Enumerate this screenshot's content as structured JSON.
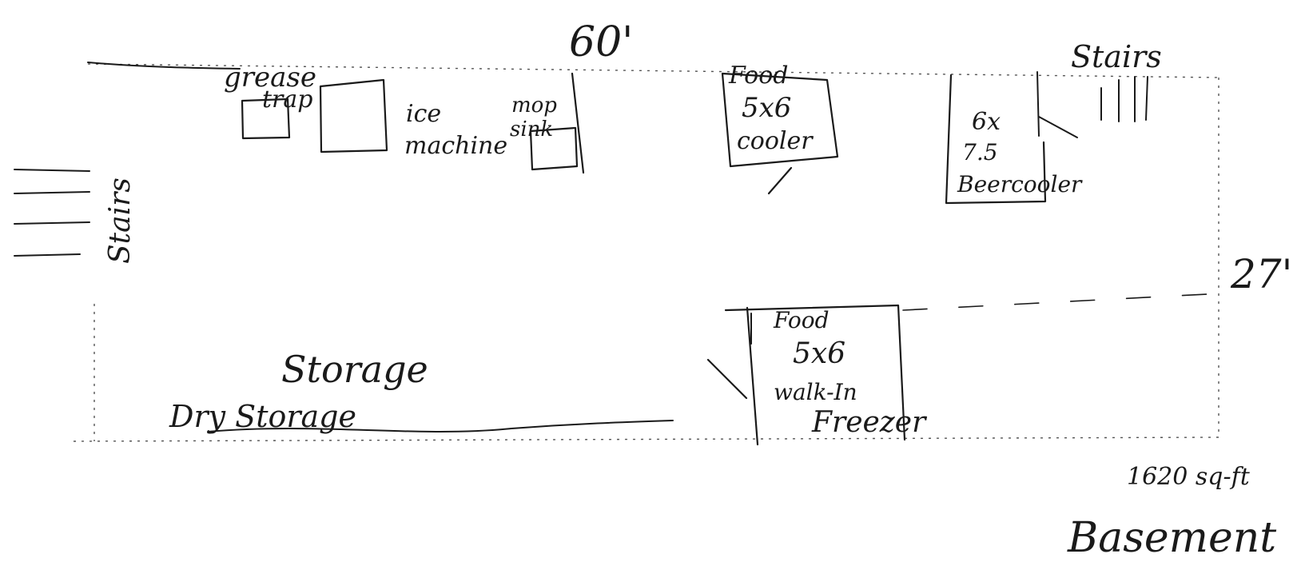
{
  "title": "Basement",
  "area": "1620 sq-ft",
  "dimensions": {
    "width": "60'",
    "depth": "27'"
  },
  "labels": {
    "grease_trap_line1": "grease",
    "grease_trap_line2": "trap",
    "ice_machine_line1": "ice",
    "ice_machine_line2": "machine",
    "mop_sink_line1": "mop",
    "mop_sink_line2": "sink",
    "food_cooler_line1": "Food",
    "food_cooler_line2": "5x6",
    "food_cooler_line3": "cooler",
    "beer_cooler_line1": "6x",
    "beer_cooler_line2": "7.5",
    "beer_cooler_line3": "Beercooler",
    "stairs_right": "Stairs",
    "stairs_left": "Stairs",
    "freezer_line1": "Food",
    "freezer_line2": "5x6",
    "freezer_line3": "walk-In",
    "freezer_line4": "Freezer",
    "storage": "Storage",
    "dry_storage": "Dry Storage"
  },
  "colors": {
    "ink": "#1a1a1a",
    "paper": "#ffffff"
  }
}
